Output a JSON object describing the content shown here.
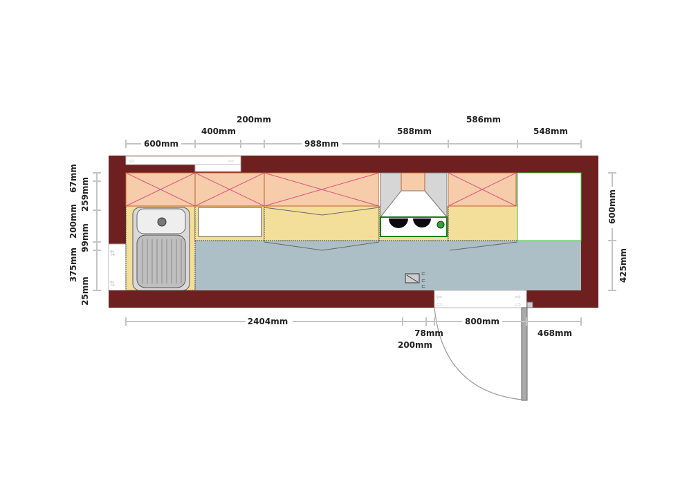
{
  "plan_title": "",
  "colors": {
    "wall": "#6e2020",
    "floor": "#adbfc6",
    "cabinet": "#f3de9a",
    "wall_cabinet": "#f6ccaa",
    "cabinet_cross": "#e0507a",
    "dimension_line": "#c4c4c4"
  },
  "dimensions": {
    "top_row3_a": "200mm",
    "top_row3_b": "586mm",
    "top_row2_a": "400mm",
    "top_row2_b": "588mm",
    "top_row2_c": "548mm",
    "top_row1_a": "600mm",
    "top_row1_b": "988mm",
    "left_a": "67mm",
    "left_b": "259mm",
    "left_c": "200mm",
    "left_d": "99mm",
    "left_e": "375mm",
    "left_f": "25mm",
    "right_a": "600mm",
    "right_b": "425mm",
    "bottom_a": "2404mm",
    "bottom_b": "78mm",
    "bottom_c": "800mm",
    "bottom_d": "468mm",
    "bottom_e": "200mm"
  },
  "fixtures": [
    "sink-icon",
    "cooktop-icon",
    "range-hood-icon",
    "door-swing-icon",
    "socket-icon"
  ]
}
